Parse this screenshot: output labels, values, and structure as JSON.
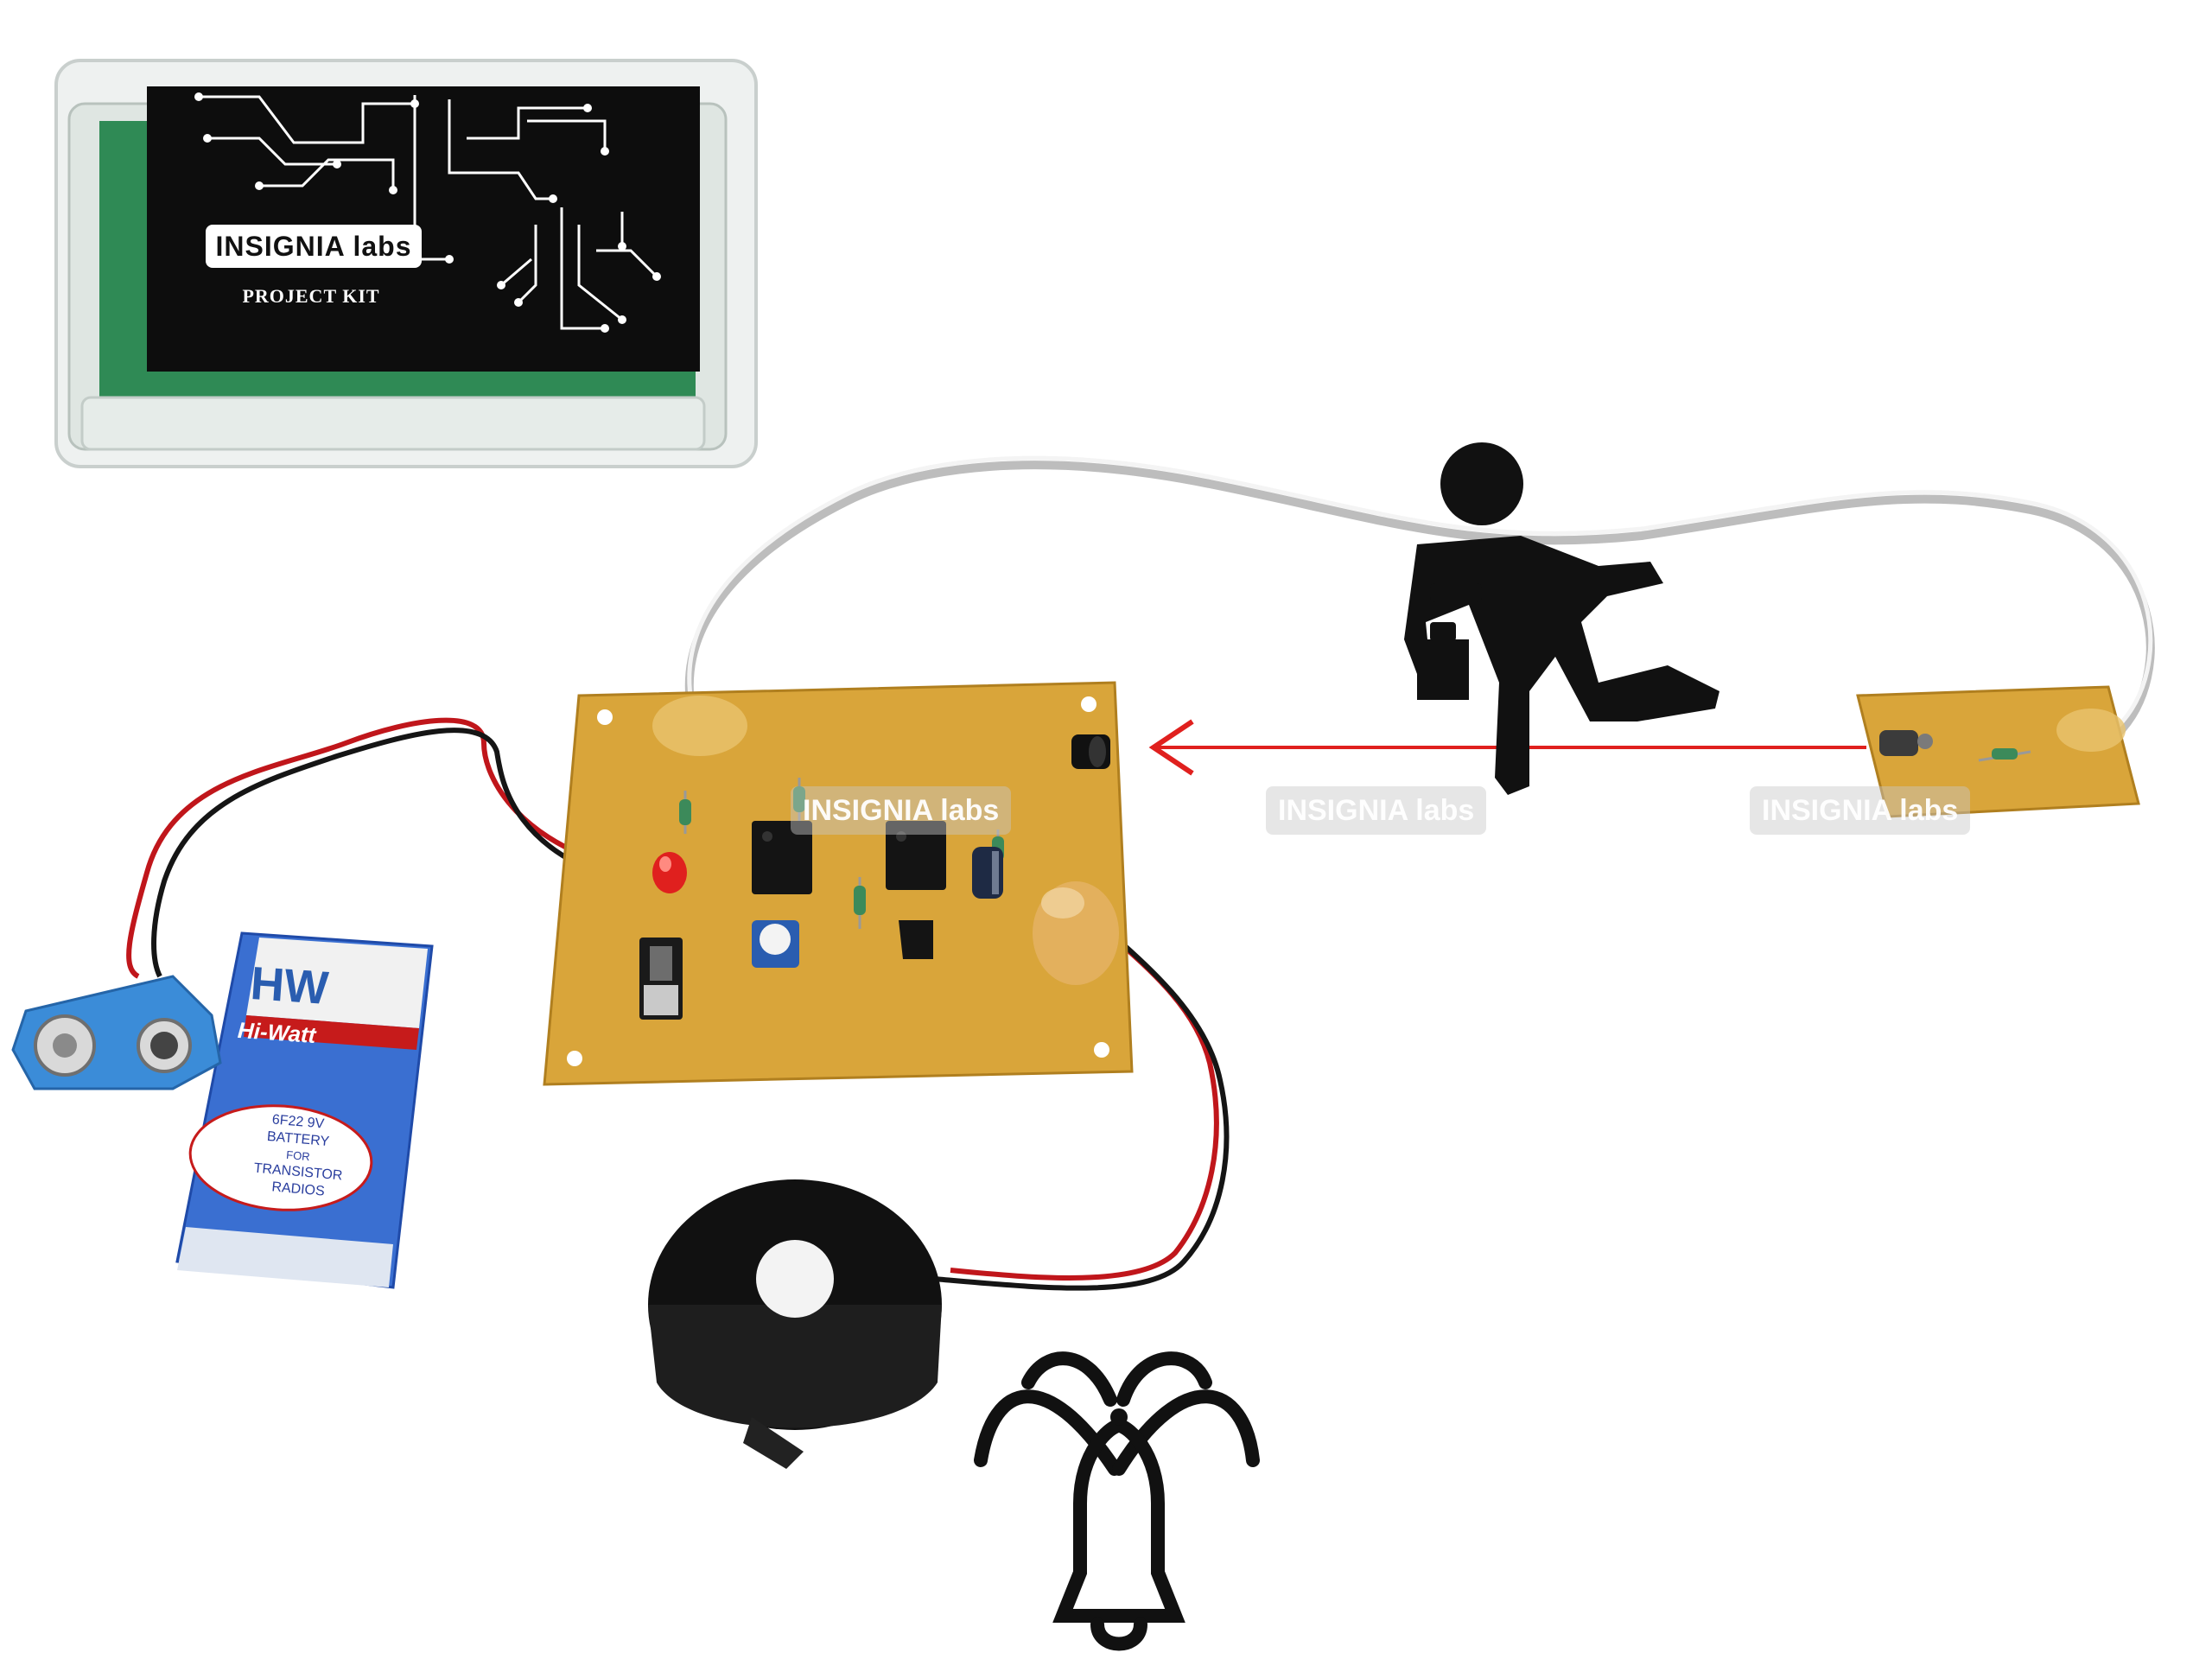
{
  "project_kit": {
    "brand": "INSIGNIA labs",
    "title": "PROJECT KIT"
  },
  "watermarks": [
    {
      "text": "INSIGNIA labs"
    },
    {
      "text": "INSIGNIA labs"
    },
    {
      "text": "INSIGNIA labs"
    }
  ],
  "battery": {
    "brand_logo": "HW",
    "brand_name": "Hi-Watt",
    "label_lines": [
      "6F22 9V",
      "BATTERY",
      "FOR",
      "TRANSISTOR",
      "RADIOS"
    ]
  },
  "icons": [
    "running-thief-icon",
    "ringing-bell-icon",
    "arrow-left-icon"
  ],
  "colors": {
    "pcb": "#d9a53a",
    "beam": "#e0201e",
    "kit_label": "#0d0d0d",
    "battery_blue": "#3a6fd1",
    "icon": "#111111"
  }
}
